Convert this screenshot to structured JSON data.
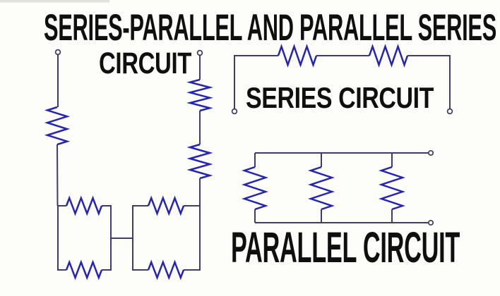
{
  "title": {
    "line1": "SERIES-PARALLEL AND PARALLEL SERIES",
    "line2": "CIRCUIT"
  },
  "series_circuit": {
    "label": "SERIES CIRCUIT"
  },
  "parallel_circuit": {
    "label": "PARALLEL CIRCUIT"
  },
  "colors": {
    "background": "#fdfdfa",
    "text": "#0f0f0f",
    "wire": "#3e3c6c",
    "resistor": "#2424bb",
    "terminal_fill": "#fdfdfa"
  }
}
